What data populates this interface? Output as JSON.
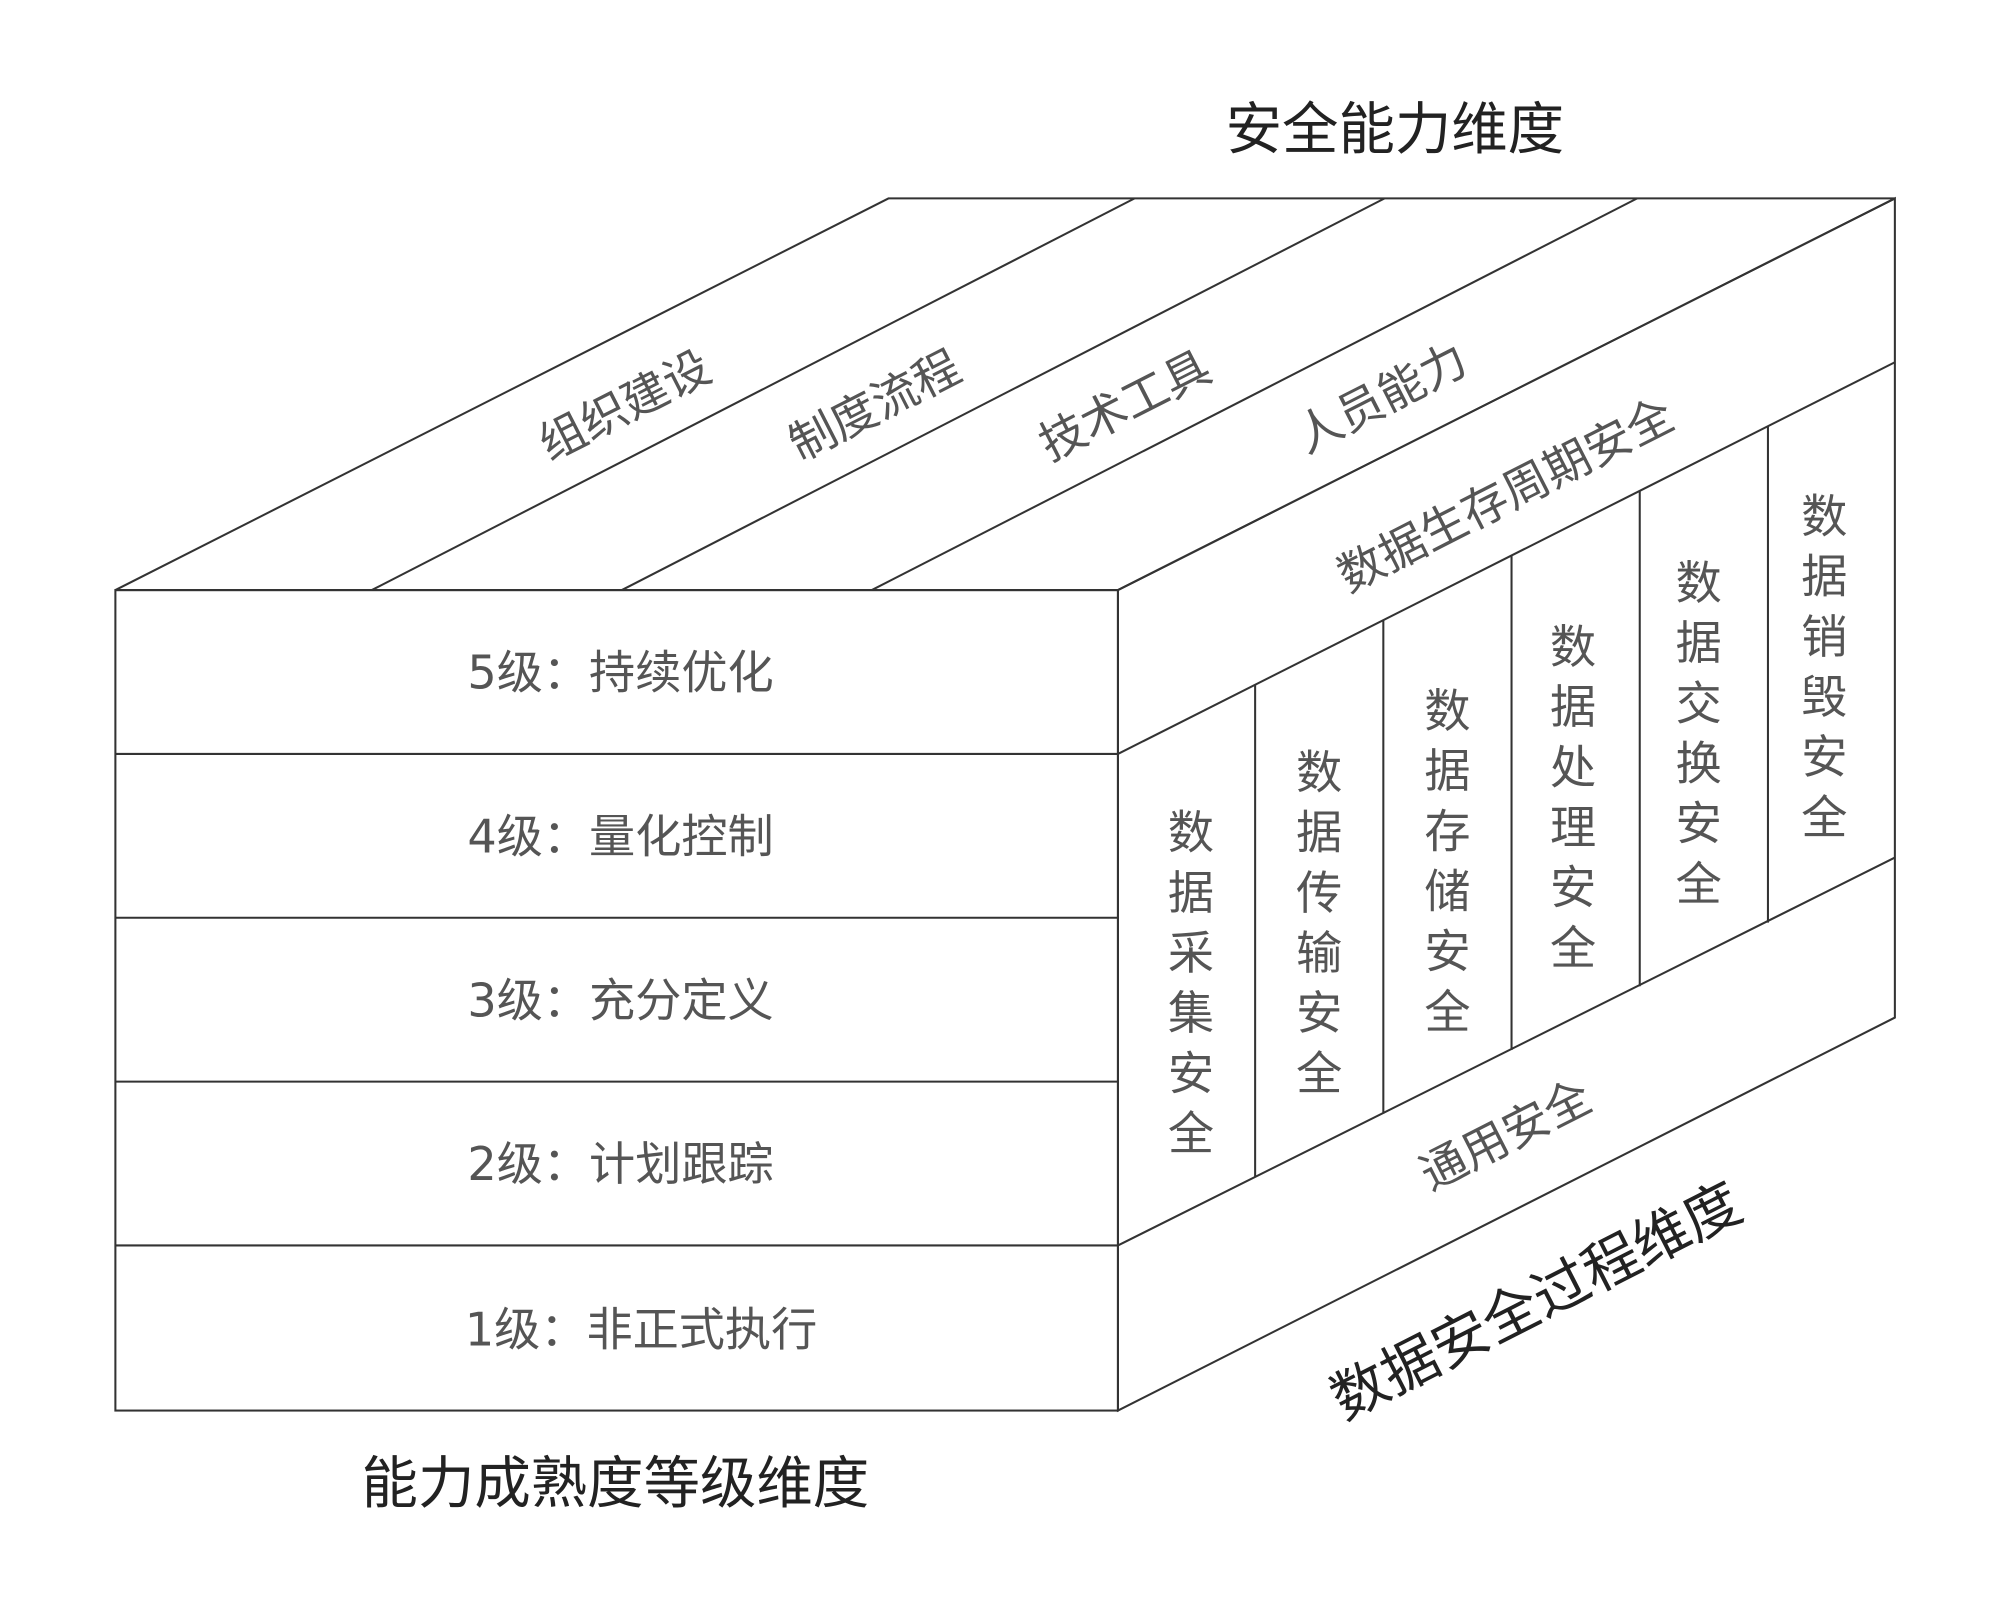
{
  "titles": {
    "capability": "安全能力维度",
    "maturity": "能力成熟度等级维度",
    "process": "数据安全过程维度"
  },
  "levels": [
    "5级：持续优化",
    "4级：量化控制",
    "3级：充分定义",
    "2级：计划跟踪",
    "1级：非正式执行"
  ],
  "capabilities": [
    "组织建设",
    "制度流程",
    "技术工具",
    "人员能力"
  ],
  "lifecycle_title": "数据生存周期安全",
  "lifecycle_stages": [
    "数据采集安全",
    "数据传输安全",
    "数据存储安全",
    "数据处理安全",
    "数据交换安全",
    "数据销毁安全"
  ],
  "general": "通用安全",
  "colors": {
    "line": "#333333",
    "text": "#555555",
    "title": "#222222"
  }
}
